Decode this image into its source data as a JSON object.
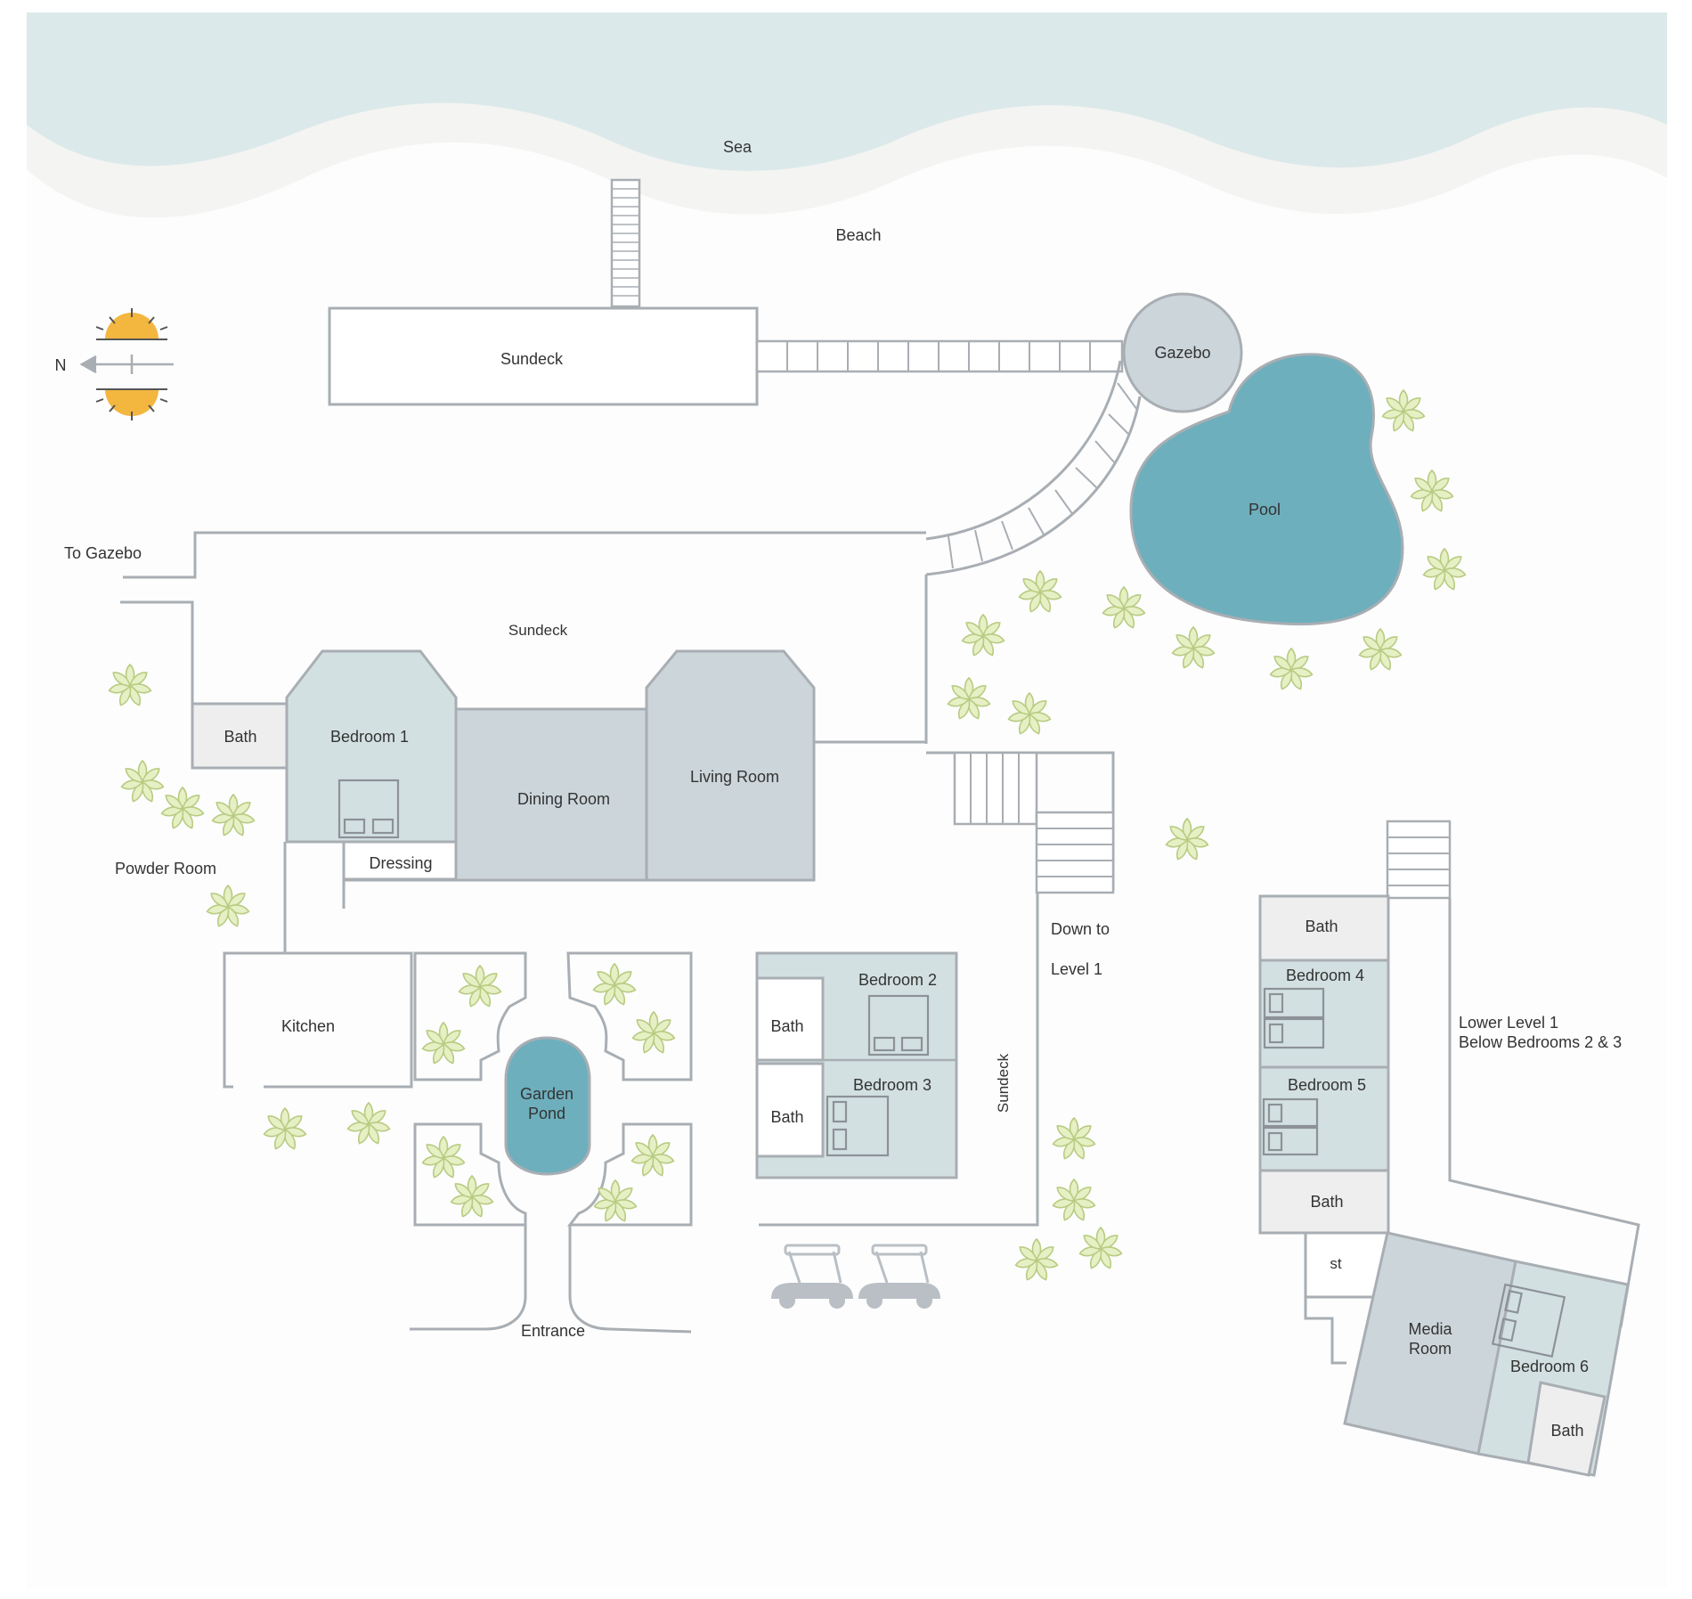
{
  "labels": {
    "sea": "Sea",
    "beach": "Beach",
    "compass_n": "N",
    "sundeck_top": "Sundeck",
    "gazebo": "Gazebo",
    "pool": "Pool",
    "to_gazebo": "To Gazebo",
    "sundeck_middle": "Sundeck",
    "bath_1": "Bath",
    "bedroom_1": "Bedroom 1",
    "dining_room": "Dining Room",
    "living_room": "Living Room",
    "dressing": "Dressing",
    "powder_room": "Powder Room",
    "kitchen": "Kitchen",
    "garden_pond_line1": "Garden",
    "garden_pond_line2": "Pond",
    "entrance": "Entrance",
    "bath_2": "Bath",
    "bedroom_2": "Bedroom 2",
    "bath_3": "Bath",
    "bedroom_3": "Bedroom 3",
    "sundeck_side": "Sundeck",
    "down_to_line1": "Down to",
    "down_to_line2": "Level 1",
    "bath_4": "Bath",
    "bedroom_4": "Bedroom 4",
    "bedroom_5": "Bedroom 5",
    "bath_5": "Bath",
    "st": "st",
    "media_room_line1": "Media",
    "media_room_line2": "Room",
    "bedroom_6": "Bedroom 6",
    "bath_6": "Bath",
    "lower_level_line1": "Lower Level 1",
    "lower_level_line2": "Below Bedrooms 2 & 3"
  },
  "colors": {
    "sea": "#dce9ea",
    "beach": "#f4f4f2",
    "pool": "#6eafbd",
    "gazebo": "#ccd6da",
    "room_blue": "#d3e0e1",
    "room_gray": "#ccd6da",
    "plant": "#e6f0c4",
    "sun": "#f3b63f",
    "cart": "#b9bfc4"
  },
  "icons": [
    "sun-icon",
    "compass-arrow-icon",
    "golf-cart-icon",
    "plant-icon",
    "bed-icon"
  ]
}
